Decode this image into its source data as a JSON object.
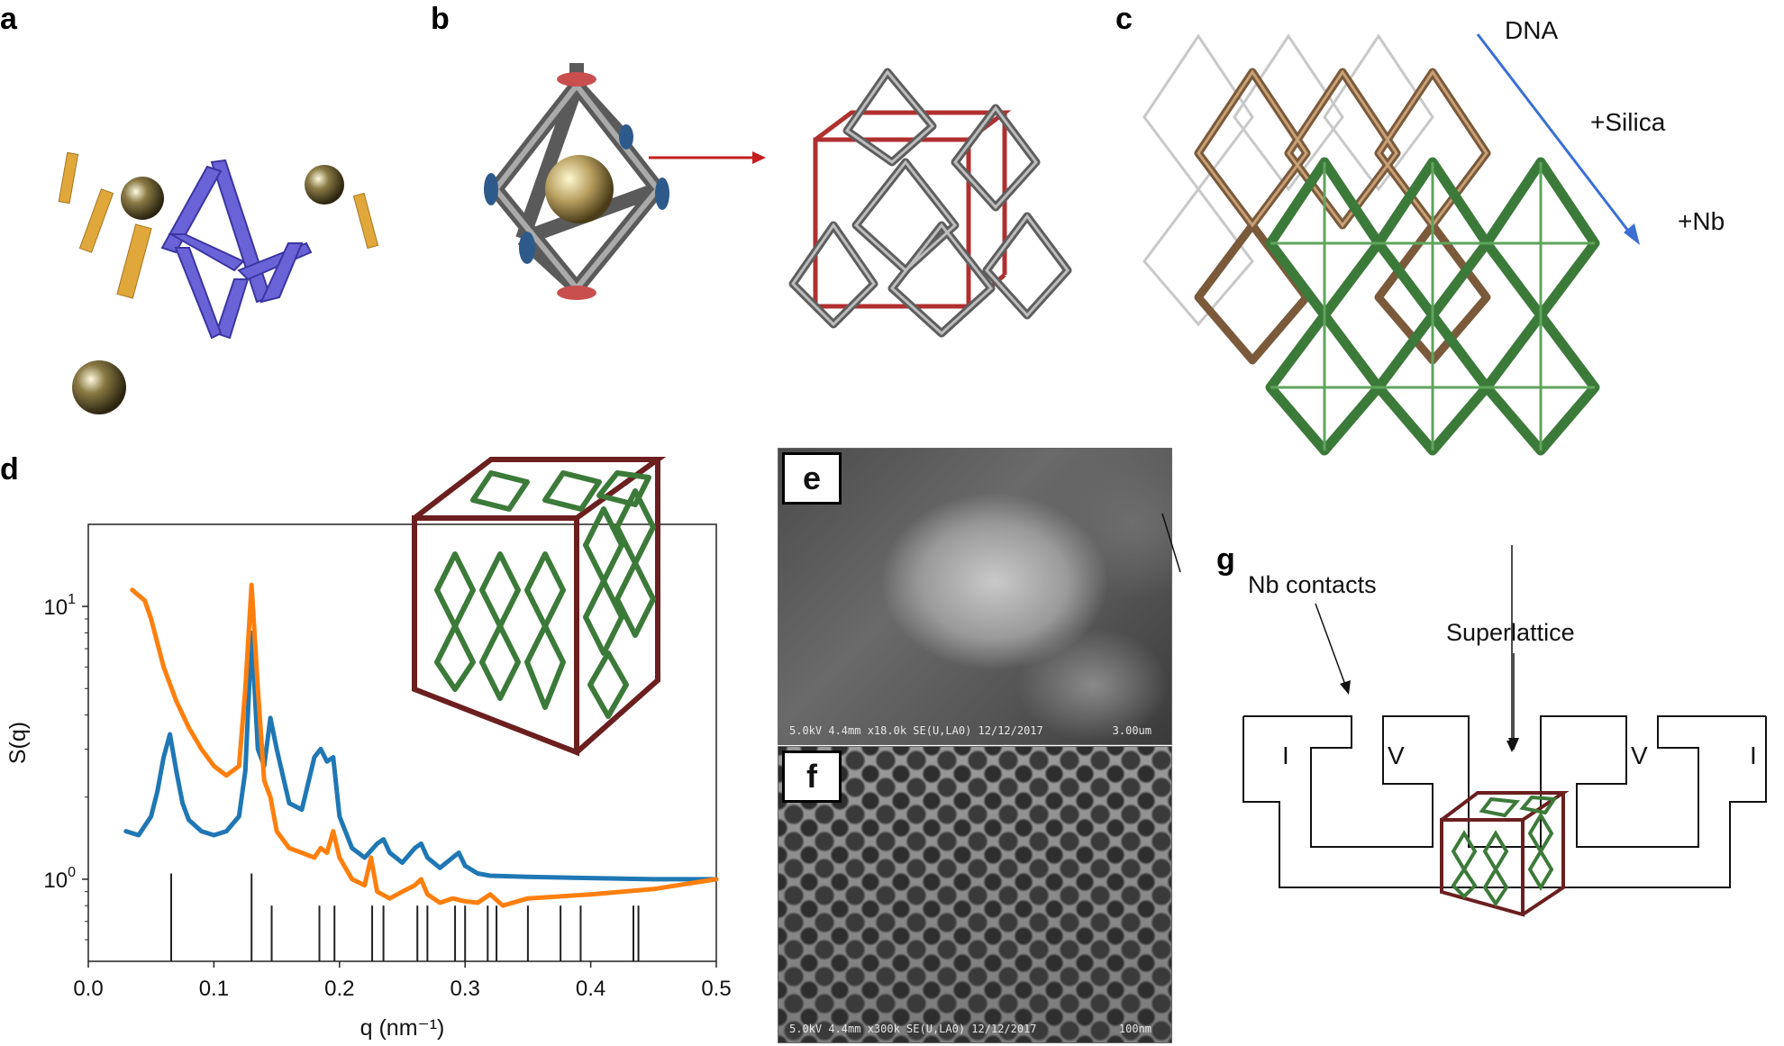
{
  "figure": {
    "labels": {
      "a": "a",
      "b": "b",
      "c": "c",
      "d": "d",
      "e": "e",
      "f": "f",
      "g": "g"
    }
  },
  "panel_c": {
    "annotations": [
      "DNA",
      "+Silica",
      "+Nb"
    ],
    "colors": {
      "dna": "#cfcfcf",
      "silica": "#8b6a4a",
      "nb": "#3c7a3a",
      "arrow": "#3b6fd4"
    }
  },
  "panel_e": {
    "info": "5.0kV 4.4mm x18.0k SE(U,LA0) 12/12/2017",
    "scale": "3.00um"
  },
  "panel_f": {
    "info": "5.0kV 4.4mm x300k SE(U,LA0) 12/12/2017",
    "scale": "100nm"
  },
  "panel_g": {
    "labels": {
      "nb_contacts": "Nb contacts",
      "superlattice": "Superlattice"
    },
    "contacts": [
      "I",
      "V",
      "V",
      "I"
    ]
  },
  "chart_data": {
    "type": "line",
    "xlabel": "q (nm⁻¹)",
    "ylabel": "S(q)",
    "xlim": [
      0.0,
      0.5
    ],
    "ylim_log": [
      0.5,
      20
    ],
    "yscale": "log",
    "xticks": [
      "0.0",
      "0.1",
      "0.2",
      "0.3",
      "0.4",
      "0.5"
    ],
    "yticks": [
      {
        "value": 1,
        "label_base": "10",
        "label_exp": "0"
      },
      {
        "value": 10,
        "label_base": "10",
        "label_exp": "1"
      }
    ],
    "series": [
      {
        "color": "#1f77b4",
        "x": [
          0.03,
          0.04,
          0.05,
          0.055,
          0.06,
          0.065,
          0.07,
          0.075,
          0.08,
          0.09,
          0.1,
          0.11,
          0.12,
          0.125,
          0.13,
          0.135,
          0.14,
          0.145,
          0.15,
          0.16,
          0.17,
          0.18,
          0.185,
          0.19,
          0.195,
          0.2,
          0.21,
          0.22,
          0.23,
          0.235,
          0.24,
          0.25,
          0.26,
          0.265,
          0.27,
          0.28,
          0.29,
          0.295,
          0.3,
          0.31,
          0.32,
          0.35,
          0.4,
          0.45,
          0.5
        ],
        "y": [
          1.5,
          1.45,
          1.7,
          2.1,
          2.8,
          3.4,
          2.5,
          1.9,
          1.65,
          1.5,
          1.45,
          1.5,
          1.7,
          2.5,
          8.0,
          3.0,
          2.6,
          3.9,
          3.0,
          1.9,
          1.8,
          2.8,
          3.0,
          2.7,
          2.8,
          1.7,
          1.3,
          1.2,
          1.35,
          1.4,
          1.25,
          1.15,
          1.3,
          1.35,
          1.2,
          1.1,
          1.2,
          1.25,
          1.12,
          1.05,
          1.03,
          1.02,
          1.01,
          1.0,
          1.0
        ]
      },
      {
        "color": "#ff7f0e",
        "x": [
          0.035,
          0.045,
          0.05,
          0.06,
          0.07,
          0.08,
          0.09,
          0.1,
          0.11,
          0.12,
          0.125,
          0.13,
          0.135,
          0.14,
          0.145,
          0.15,
          0.16,
          0.17,
          0.18,
          0.185,
          0.19,
          0.195,
          0.2,
          0.21,
          0.22,
          0.225,
          0.23,
          0.24,
          0.25,
          0.26,
          0.265,
          0.27,
          0.28,
          0.29,
          0.3,
          0.31,
          0.32,
          0.33,
          0.35,
          0.4,
          0.45,
          0.5
        ],
        "y": [
          11.5,
          10.5,
          9.0,
          6.0,
          4.5,
          3.6,
          3.0,
          2.6,
          2.4,
          2.6,
          5.0,
          12.0,
          5.0,
          2.3,
          2.0,
          1.5,
          1.3,
          1.25,
          1.2,
          1.3,
          1.25,
          1.5,
          1.2,
          1.0,
          0.95,
          1.2,
          0.9,
          0.85,
          0.9,
          0.95,
          1.0,
          0.88,
          0.82,
          0.85,
          0.83,
          0.82,
          0.88,
          0.8,
          0.85,
          0.88,
          0.92,
          1.0
        ]
      }
    ],
    "reference_ticks": {
      "x": [
        0.066,
        0.13,
        0.146,
        0.184,
        0.196,
        0.226,
        0.235,
        0.262,
        0.27,
        0.292,
        0.3,
        0.318,
        0.325,
        0.35,
        0.376,
        0.392,
        0.434,
        0.438
      ],
      "tall": [
        0.066,
        0.13
      ]
    }
  }
}
